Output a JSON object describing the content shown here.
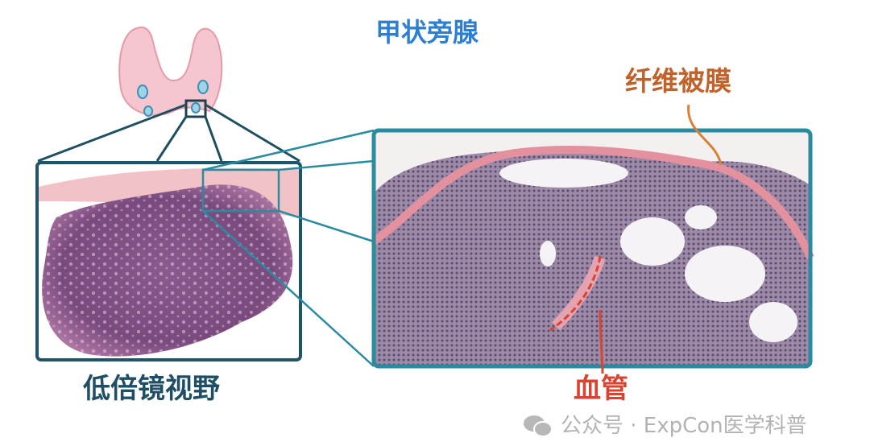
{
  "title": "甲状旁腺",
  "labels": {
    "low_power_view": "低倍镜视野",
    "fibrous_capsule": "纤维被膜",
    "blood_vessel": "血管"
  },
  "watermark": {
    "icon": "wechat-icon",
    "text": "公众号 · ExpCon医学科普"
  },
  "colors": {
    "title": "#2f7fd1",
    "frame_left": "#1f5568",
    "frame_right": "#2a8aa0",
    "capsule": "#c0622a",
    "vessel": "#d9432f"
  }
}
